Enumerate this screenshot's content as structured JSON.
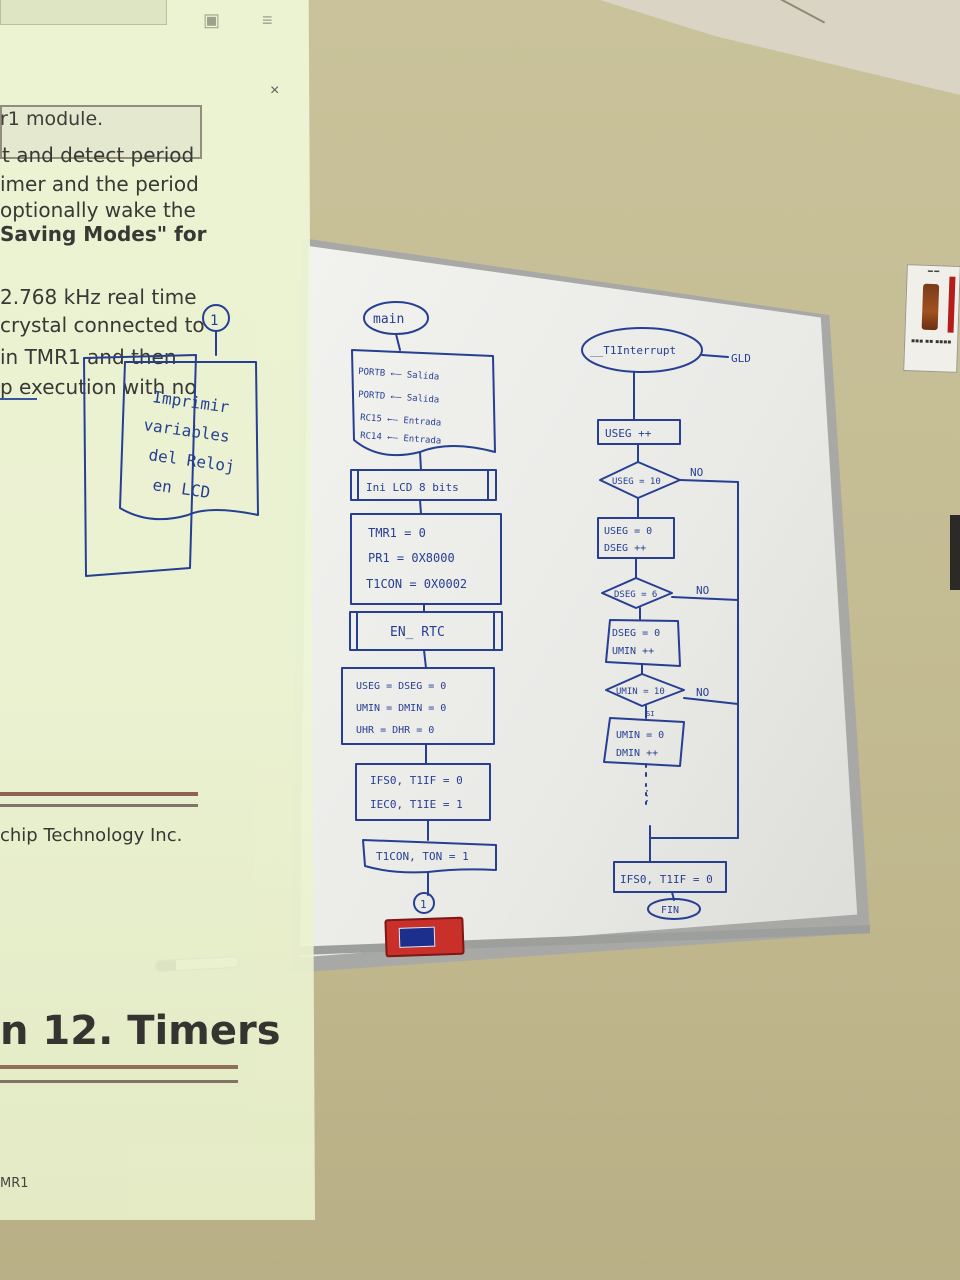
{
  "projection": {
    "heading": "r1 module.",
    "lines": [
      "t and detect period",
      "imer and the period",
      "optionally wake the",
      "Saving Modes\" for",
      "2.768 kHz real time",
      "crystal connected to",
      "in TMR1 and then",
      "p execution with no"
    ],
    "footer": "chip Technology Inc.",
    "chapter_title": "n 12. Timers",
    "bottom_text": "MR1",
    "icons": [
      "save-icon",
      "settings-icon",
      "close-icon"
    ],
    "close_glyph": "×"
  },
  "handwriting": {
    "connector_label": "1",
    "note": [
      "Imprimir",
      "variables",
      "del Reloj",
      "en LCD"
    ],
    "main": {
      "title": "main",
      "io": [
        "PORTB ←— Salida",
        "PORTD ←— Salida",
        "RC15 ←— Entrada",
        "RC14 ←— Entrada"
      ],
      "init_lcd": "Ini LCD 8 bits",
      "tmr": [
        "TMR1 = 0",
        "PR1 = 0X8000",
        "T1CON = 0X0002"
      ],
      "rtc": "EN_ RTC",
      "counters": [
        "USEG = DSEG = 0",
        "UMIN = DMIN = 0",
        "UHR = DHR = 0"
      ],
      "flags": [
        "IFS0, T1IF = 0",
        "IEC0, T1IE = 1"
      ],
      "ton": "T1CON, TON = 1",
      "end_connector": "1"
    },
    "interrupt": {
      "title": "__T1Interrupt",
      "tag": "GLD",
      "steps": [
        "USEG ++",
        "USEG = 10",
        "USEG = 0",
        "DSEG ++",
        "DSEG = 6",
        "DSEG = 0",
        "UMIN ++",
        "UMIN = 10",
        "SI",
        "UMIN = 0",
        "DMIN ++",
        "⋮",
        "IFS0, T1IF = 0",
        "FIN"
      ],
      "no_label": "NO"
    }
  },
  "colors": {
    "ink": "#263f93",
    "wall": "#c4bc93",
    "board": "#eeeeeb",
    "projection": "#eef6d6"
  }
}
